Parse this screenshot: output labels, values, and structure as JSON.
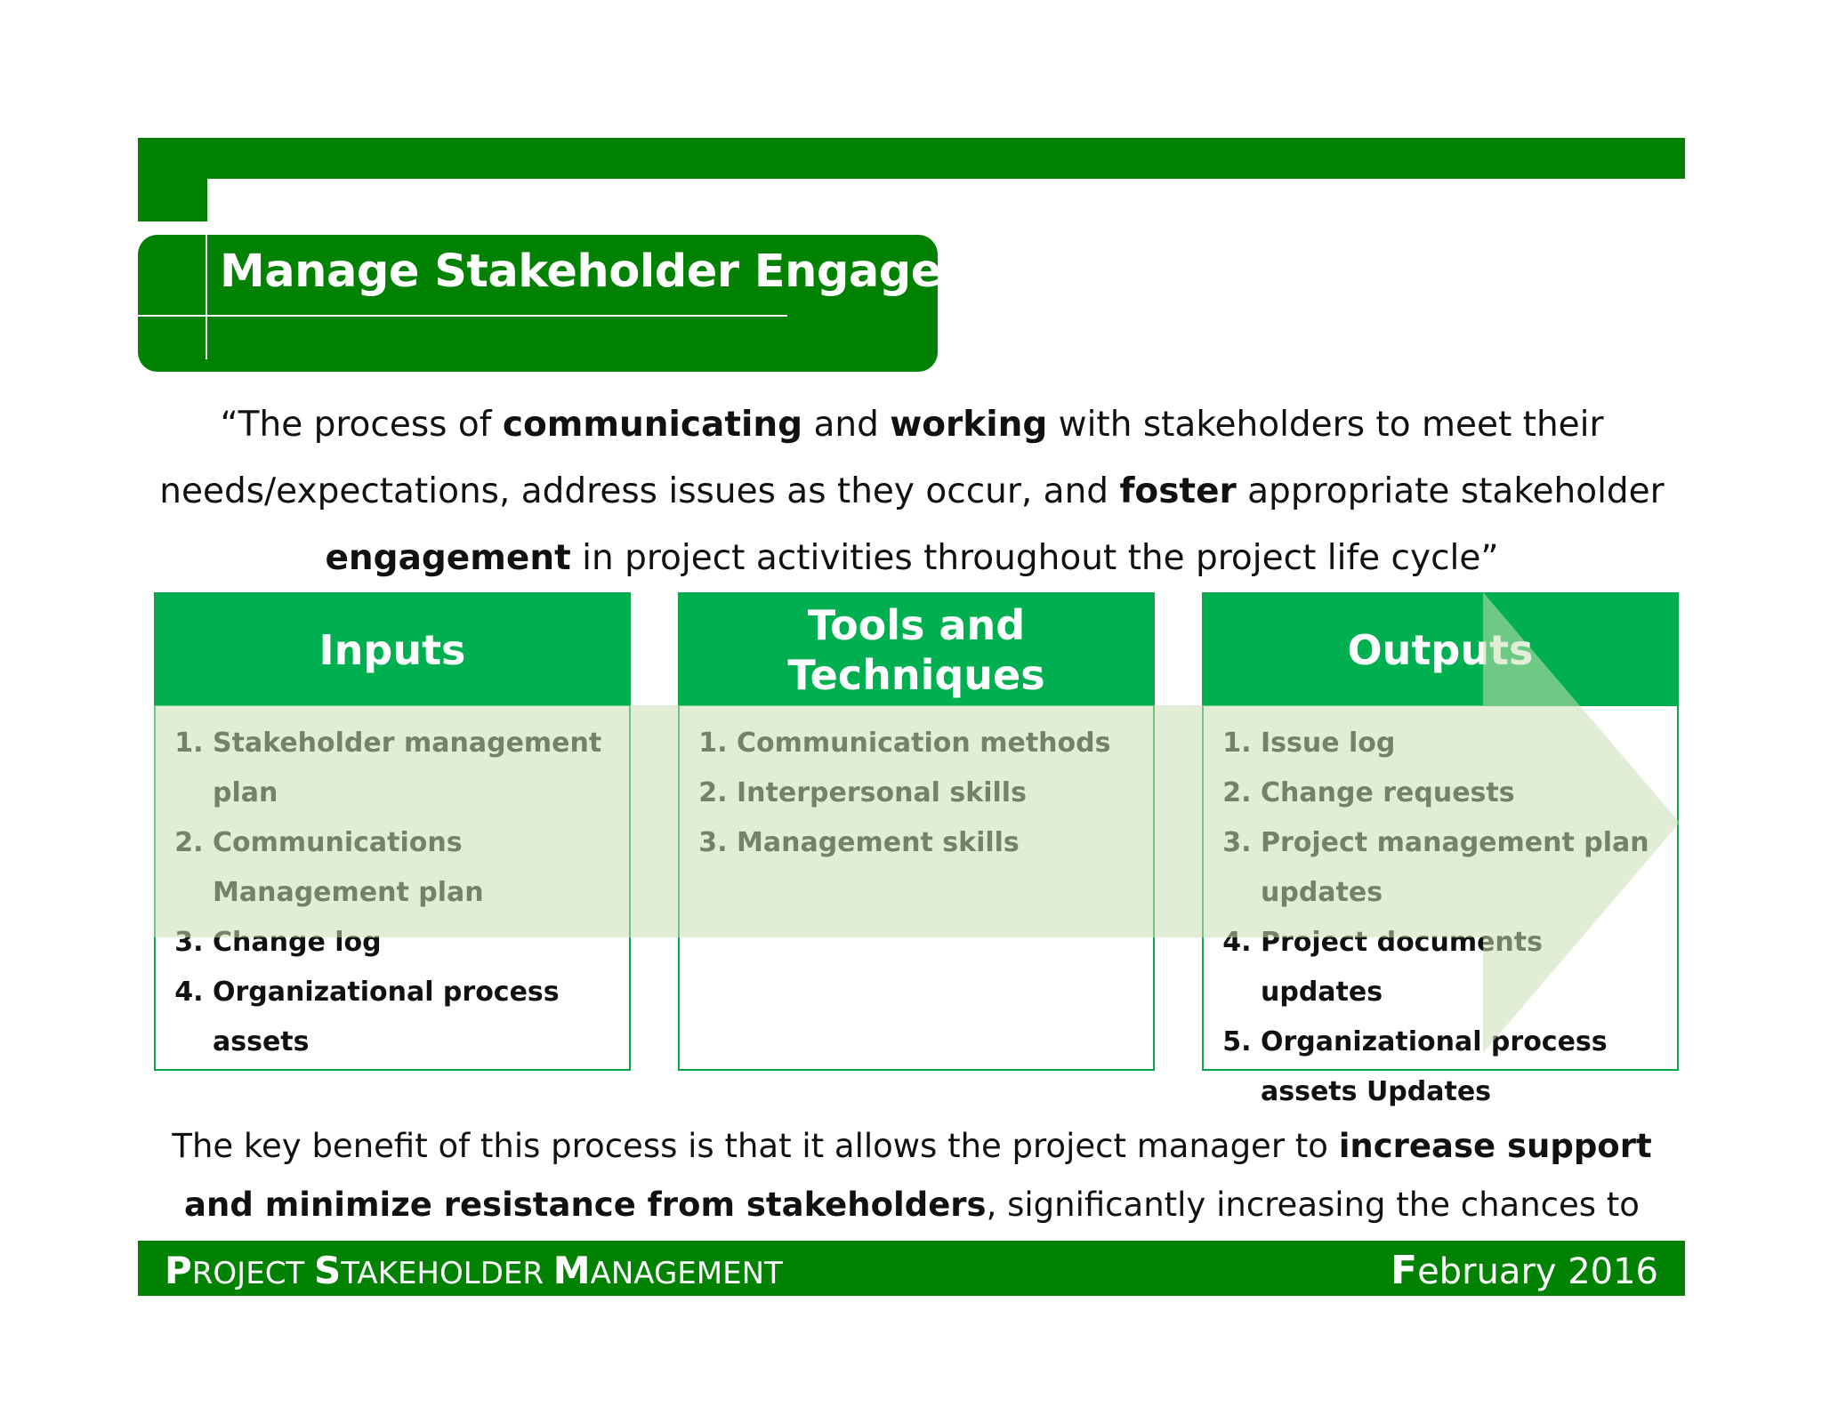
{
  "slide": {
    "title": "Manage Stakeholder Engagement",
    "quote": {
      "p1": "“The process of ",
      "b1": "communicating",
      "p2": " and ",
      "b2": "working",
      "p3": " with stakeholders to meet their needs/expectations, address issues as they occur, and ",
      "b3": "foster",
      "p4": " appropriate stakeholder ",
      "b4": "engagement",
      "p5": " in project activities throughout the project life cycle”"
    },
    "columns": {
      "inputs": {
        "heading": "Inputs",
        "items": [
          "Stakeholder management plan",
          "Communications Management plan",
          "Change log",
          "Organizational process assets"
        ]
      },
      "tools": {
        "heading_line1": "Tools and",
        "heading_line2": "Techniques",
        "items": [
          "Communication methods",
          "Interpersonal skills",
          "Management skills"
        ]
      },
      "outputs": {
        "heading": "Outputs",
        "items": [
          "Issue log",
          "Change requests",
          "Project management plan updates",
          "Project documents updates",
          "Organizational process assets Updates"
        ]
      }
    },
    "benefit": {
      "p1": "The key benefit of this process is that it allows the project manager to ",
      "b1": "increase support and minimize resistance from stakeholders",
      "p2": ", significantly increasing the chances to achieve project success."
    },
    "footer": {
      "left": [
        {
          "cap": "P",
          "rest": "ROJECT "
        },
        {
          "cap": "S",
          "rest": "TAKEHOLDER "
        },
        {
          "cap": "M",
          "rest": "ANAGEMENT"
        }
      ],
      "right_cap": "F",
      "right_rest": "ebruary 2016"
    }
  },
  "colors": {
    "dark_green": "#028202",
    "header_green": "#00b050",
    "arrow_fill": "#d8e8c4"
  }
}
